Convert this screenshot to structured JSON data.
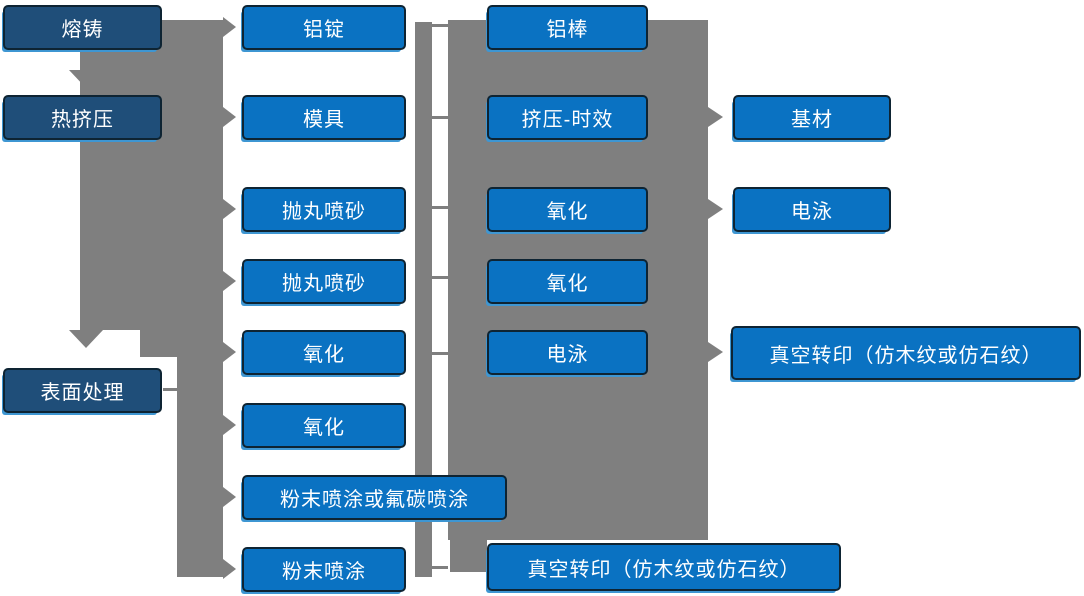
{
  "colors": {
    "stage_fill": "#1F4E79",
    "process_fill": "#0A72C2",
    "connector_gray": "#7F7F7F",
    "node_border": "#0E2433",
    "node_text": "#FFFFFF",
    "shadow_accent": "#3E96D2"
  },
  "nodes": {
    "col1": [
      "熔铸",
      "热挤压",
      "表面处理"
    ],
    "col2": [
      "铝锭",
      "模具",
      "抛丸喷砂",
      "抛丸喷砂",
      "氧化",
      "氧化",
      "粉末喷涂或氟碳喷涂",
      "粉末喷涂"
    ],
    "col3": [
      "铝棒",
      "挤压-时效",
      "氧化",
      "氧化",
      "电泳",
      "真空转印（仿木纹或仿石纹）"
    ],
    "col4": [
      "基材",
      "电泳",
      "真空转印（仿木纹或仿石纹）"
    ]
  }
}
